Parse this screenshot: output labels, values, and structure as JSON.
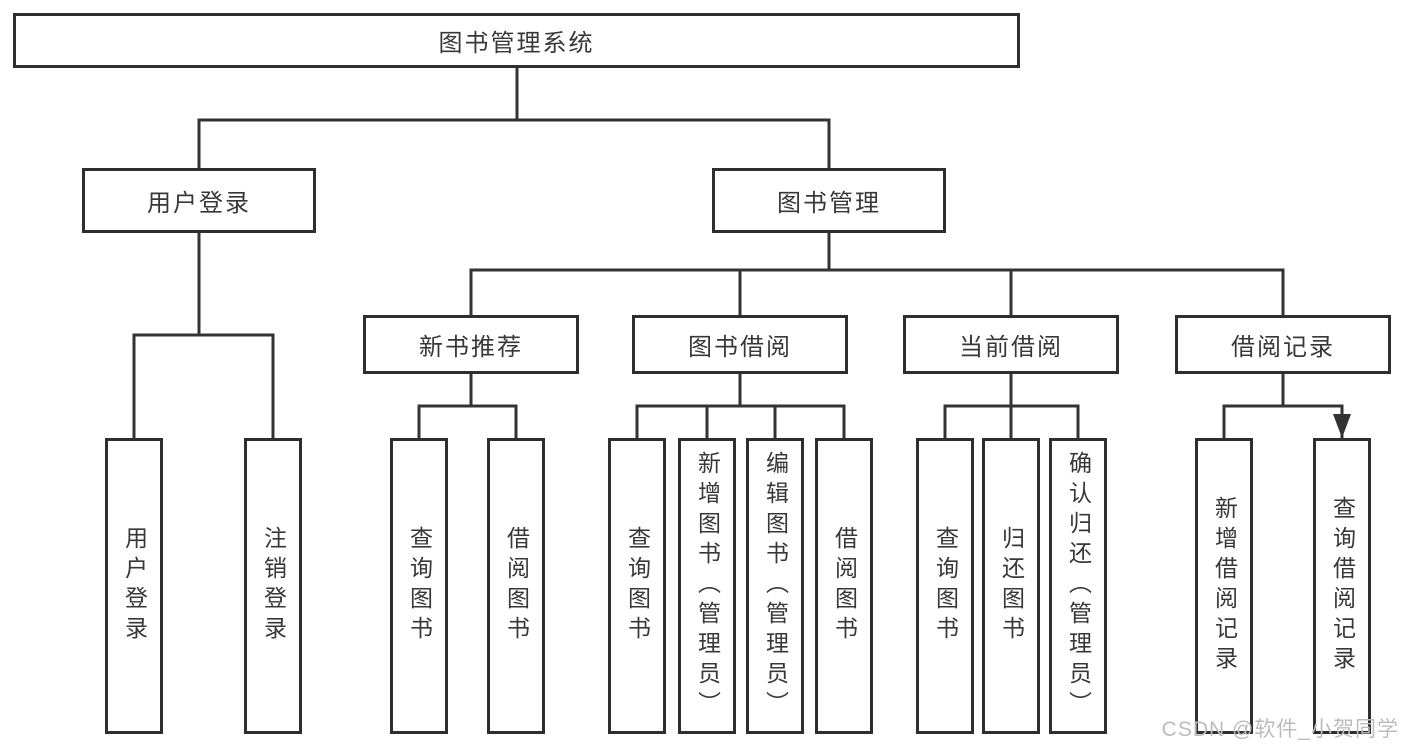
{
  "diagram_title": "图书管理系统",
  "watermark": "CSDN @软件_小贺同学",
  "colors": {
    "background": "#ffffff",
    "line": "#333333",
    "box_border": "#2e2e2e",
    "text": "#383838",
    "watermark": "#bcbcbc"
  },
  "nodes": {
    "root": {
      "label": "图书管理系统"
    },
    "user_login": {
      "label": "用户登录"
    },
    "book_mgmt": {
      "label": "图书管理"
    },
    "new_book_rec": {
      "label": "新书推荐"
    },
    "book_borrow": {
      "label": "图书借阅"
    },
    "current_borrow": {
      "label": "当前借阅"
    },
    "borrow_record": {
      "label": "借阅记录"
    },
    "leaf_user_login": {
      "label": "用户登录"
    },
    "leaf_logout": {
      "label": "注销登录"
    },
    "leaf_rec_query_book": {
      "label": "查询图书"
    },
    "leaf_rec_borrow_book": {
      "label": "借阅图书"
    },
    "leaf_bor_query_book": {
      "label": "查询图书"
    },
    "leaf_bor_add_book": {
      "label": "新增图书（管理员）"
    },
    "leaf_bor_edit_book": {
      "label": "编辑图书（管理员）"
    },
    "leaf_bor_borrow_book": {
      "label": "借阅图书"
    },
    "leaf_cur_query_book": {
      "label": "查询图书"
    },
    "leaf_cur_return_book": {
      "label": "归还图书"
    },
    "leaf_cur_confirm_return": {
      "label": "确认归还（管理员）"
    },
    "leaf_record_add": {
      "label": "新增借阅记录"
    },
    "leaf_record_query": {
      "label": "查询借阅记录"
    }
  },
  "hierarchy": {
    "图书管理系统": [
      "用户登录",
      "图书管理"
    ],
    "用户登录": [
      "用户登录",
      "注销登录"
    ],
    "图书管理": [
      "新书推荐",
      "图书借阅",
      "当前借阅",
      "借阅记录"
    ],
    "新书推荐": [
      "查询图书",
      "借阅图书"
    ],
    "图书借阅": [
      "查询图书",
      "新增图书（管理员）",
      "编辑图书（管理员）",
      "借阅图书"
    ],
    "当前借阅": [
      "查询图书",
      "归还图书",
      "确认归还（管理员）"
    ],
    "借阅记录": [
      "新增借阅记录",
      "查询借阅记录"
    ]
  }
}
